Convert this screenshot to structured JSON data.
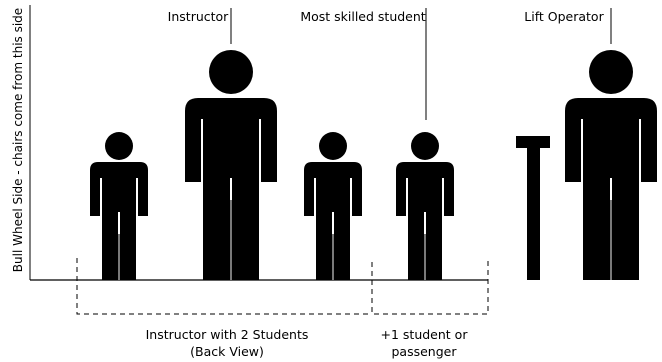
{
  "labels": {
    "side": "Bull Wheel Side - chairs come from this side",
    "instructor": "Instructor",
    "most_skilled": "Most skilled student",
    "lift_operator": "Lift Operator",
    "group_caption_line1": "Instructor with 2 Students",
    "group_caption_line2": "(Back View)",
    "extra_caption_line1": "+1 student or",
    "extra_caption_line2": "passenger"
  },
  "colors": {
    "figure": "#000000",
    "leg_gap": "#7a7a7a",
    "line": "#000000"
  }
}
